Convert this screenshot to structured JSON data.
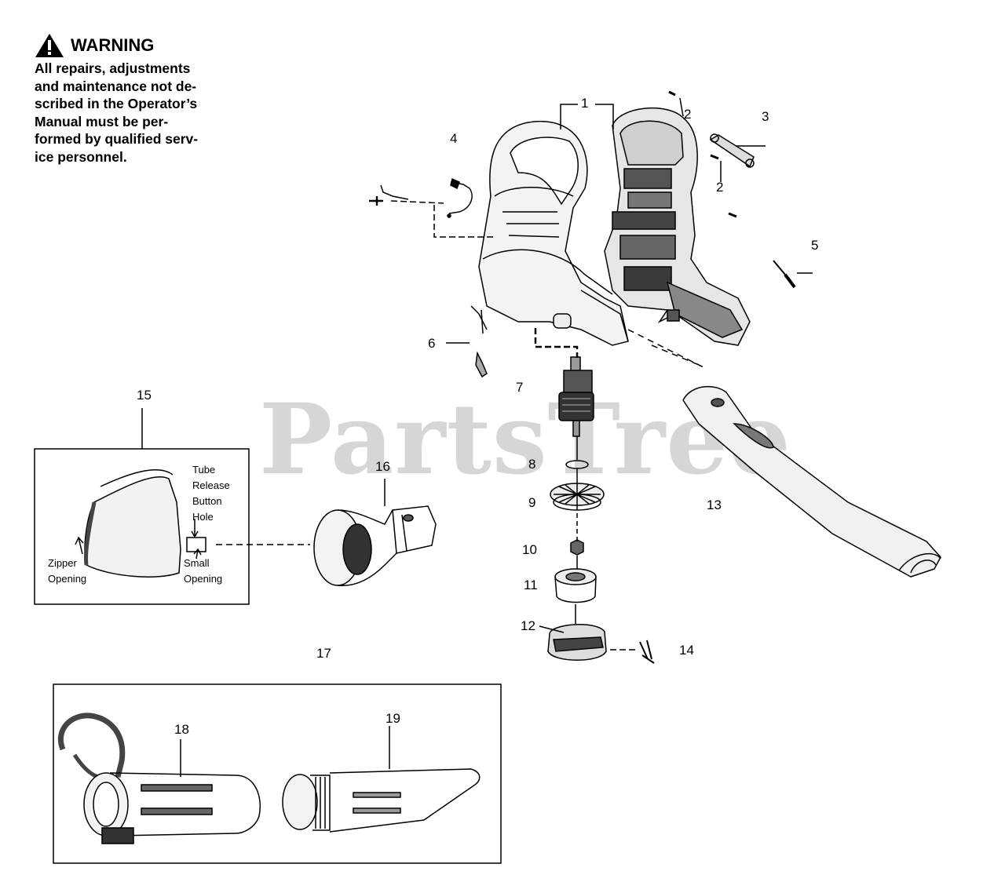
{
  "warning": {
    "title": "WARNING",
    "lines": [
      "All repairs, adjustments",
      "and maintenance not de-",
      "scribed in the Operator’s",
      "Manual must be per-",
      "formed by qualified serv-",
      "ice personnel."
    ]
  },
  "watermark": "PartsTree",
  "callouts": {
    "c1": "1",
    "c2a": "2",
    "c2b": "2",
    "c3": "3",
    "c4": "4",
    "c5": "5",
    "c6": "6",
    "c7": "7",
    "c8": "8",
    "c9": "9",
    "c10": "10",
    "c11": "11",
    "c12": "12",
    "c13": "13",
    "c14": "14",
    "c15": "15",
    "c16": "16",
    "c17": "17",
    "c18": "18",
    "c19": "19"
  },
  "inset_labels": {
    "tube": "Tube",
    "release": "Release",
    "button": "Button",
    "hole": "Hole",
    "zipper": "Zipper",
    "zipper_opening": "Opening",
    "small": "Small",
    "small_opening": "Opening"
  },
  "colors": {
    "line": "#000000",
    "watermark": "#cfcfcf",
    "background": "#ffffff"
  }
}
